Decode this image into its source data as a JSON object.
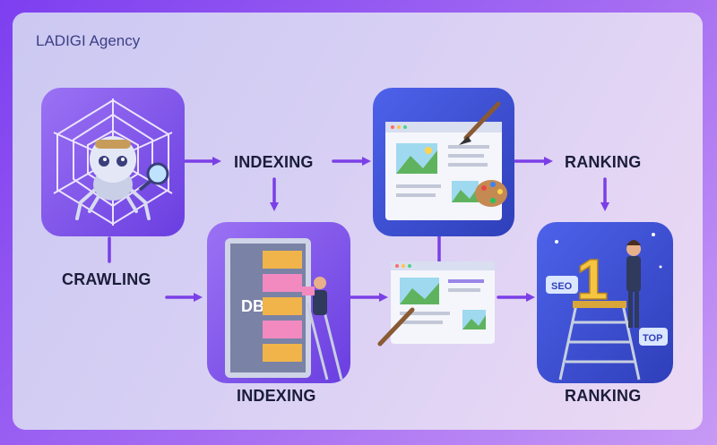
{
  "brand": "LADIGI Agency",
  "labels": {
    "crawling": "CRAWLING",
    "indexing_top": "INDEXING",
    "indexing_bottom": "INDEXING",
    "ranking_top": "RANKING",
    "ranking_bottom": "RANKING"
  },
  "icons": {
    "db": "DB",
    "seo": "SEO",
    "top": "TOP",
    "rank_number": "1"
  },
  "colors": {
    "arrow": "#7b3fe6",
    "tile_purple": "#8a5cf0",
    "tile_blue": "#3f5be0",
    "label_text": "#1b1d3a"
  }
}
